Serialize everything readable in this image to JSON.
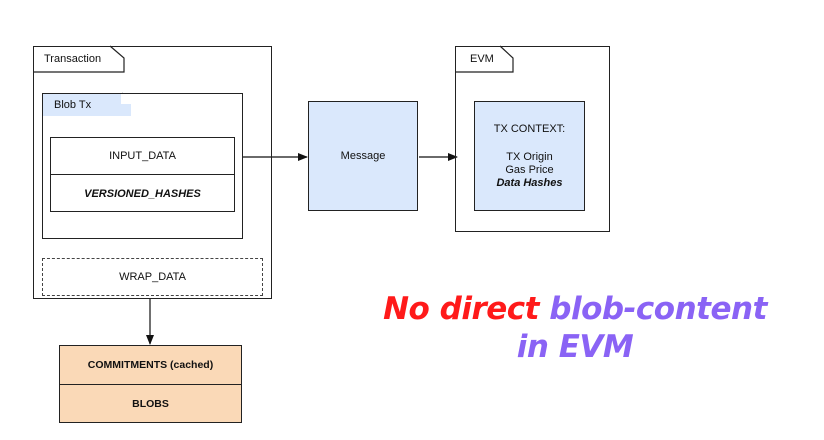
{
  "transaction": {
    "label": "Transaction"
  },
  "blob_tx": {
    "label": "Blob Tx",
    "input_data": "INPUT_DATA",
    "versioned_hashes": "VERSIONED_HASHES"
  },
  "wrap_data": "WRAP_DATA",
  "storage": {
    "commitments": "COMMITMENTS (cached)",
    "blobs": "BLOBS"
  },
  "message": "Message",
  "evm": {
    "label": "EVM",
    "context_title": "TX CONTEXT:",
    "tx_origin": "TX Origin",
    "gas_price": "Gas Price",
    "data_hashes": "Data Hashes"
  },
  "headline": {
    "part1": "No direct",
    "part2": "blob-content",
    "part3": "in EVM"
  },
  "colors": {
    "blue_fill": "#dae8fc",
    "peach_fill": "#fad9b7",
    "headline_red": "#ff1a1a",
    "headline_purple": "#8a63f5"
  }
}
